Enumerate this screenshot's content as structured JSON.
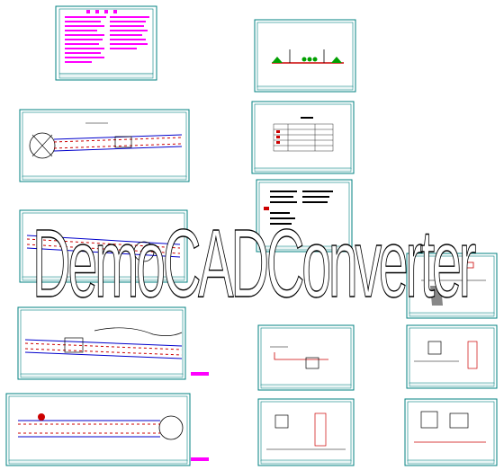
{
  "viewer": {
    "watermark_text": "DemoCADConverter"
  },
  "drawing": {
    "accent_colors": {
      "frame": "#008080",
      "road_edge": "#0000cc",
      "pipe": "#cc0000",
      "note_magenta": "#ff00ff",
      "green_fill": "#00a000"
    },
    "sheets": [
      {
        "id": "cover-notes",
        "kind": "notes-sheet"
      },
      {
        "id": "cross-section",
        "kind": "section-sheet"
      },
      {
        "id": "plan-1",
        "kind": "plan-sheet"
      },
      {
        "id": "table-sheet",
        "kind": "table-sheet"
      },
      {
        "id": "plan-2",
        "kind": "plan-sheet"
      },
      {
        "id": "legend-sheet",
        "kind": "legend-sheet"
      },
      {
        "id": "plan-3",
        "kind": "plan-sheet"
      },
      {
        "id": "plan-4",
        "kind": "plan-sheet"
      },
      {
        "id": "detail-1",
        "kind": "detail-sheet"
      },
      {
        "id": "detail-2",
        "kind": "detail-sheet"
      },
      {
        "id": "detail-3",
        "kind": "detail-sheet"
      },
      {
        "id": "detail-4",
        "kind": "detail-sheet"
      },
      {
        "id": "detail-5",
        "kind": "detail-sheet"
      }
    ]
  }
}
